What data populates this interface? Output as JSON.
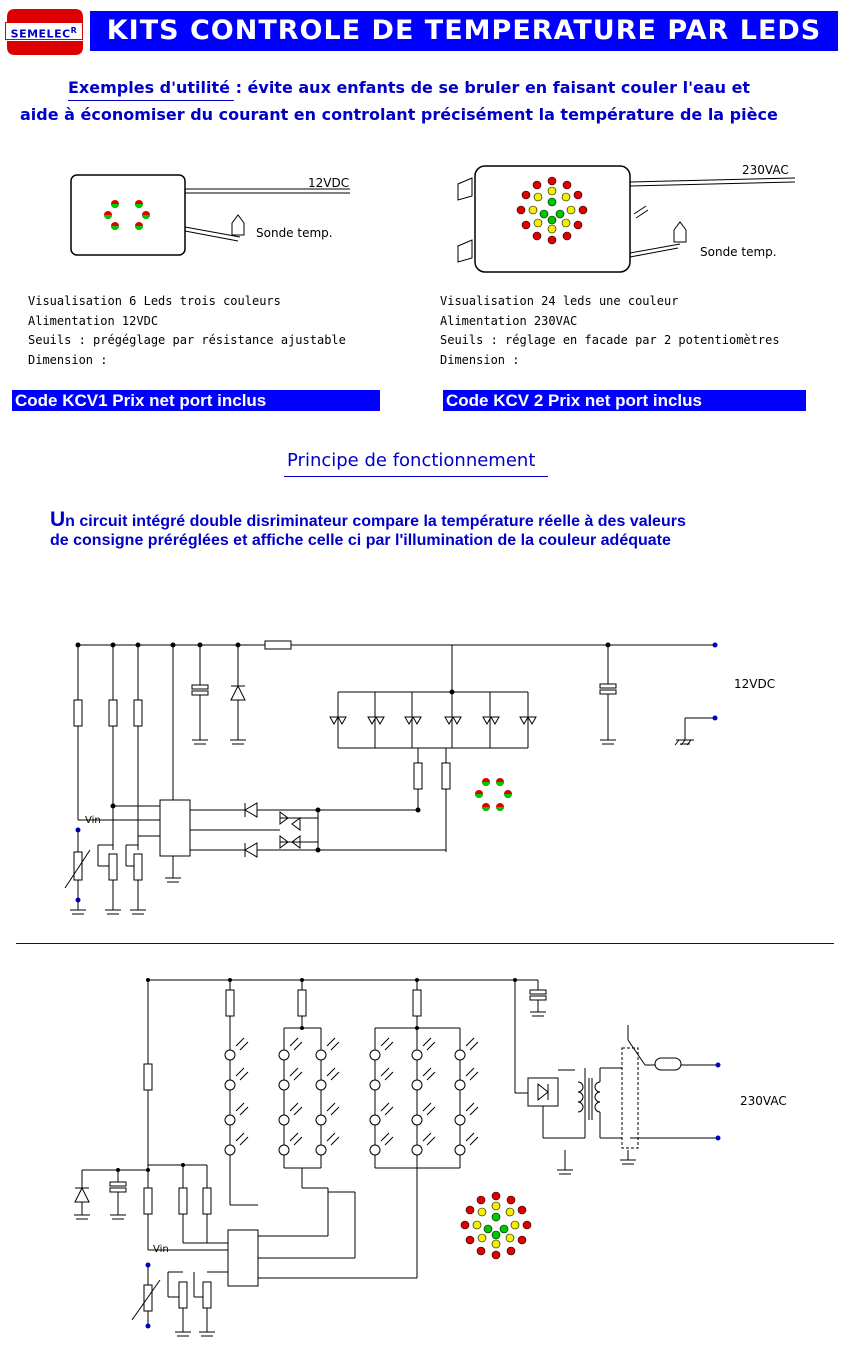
{
  "header": {
    "brand": "SEMELEC",
    "brand_mark": "R",
    "title": "KITS CONTROLE DE TEMPERATURE PAR LEDS"
  },
  "intro": {
    "lead": "Exemples d'utilité",
    "line1_rest": " : évite aux enfants de se bruler en faisant couler l'eau  et",
    "line2": "aide à économiser du courant en controlant précisément la température de la pièce"
  },
  "kit1": {
    "supply_label": "12VDC",
    "probe_label": "Sonde temp.",
    "specs": [
      "Visualisation  6 Leds trois couleurs",
      "Alimentation  12VDC",
      "Seuils : prégéglage par résistance ajustable",
      "Dimension :"
    ],
    "code_label": "Code  KCV1   Prix net port inclus"
  },
  "kit2": {
    "supply_label": "230VAC",
    "probe_label": "Sonde temp.",
    "specs": [
      "Visualisation  24 leds une couleur",
      "Alimentation 230VAC",
      "Seuils : réglage en facade par 2 potentiomètres",
      "Dimension :"
    ],
    "code_label": "Code  KCV 2  Prix net port inclus"
  },
  "principle": {
    "heading": "Principe de fonctionnement",
    "line1_first": "U",
    "line1_rest": "n circuit intégré double disriminateur compare la température réelle à des valeurs",
    "line2": "de consigne préréglées et affiche celle ci par l'illumination de la couleur adéquate"
  },
  "schematic1": {
    "supply_label": "12VDC",
    "input_label": "Vin"
  },
  "schematic2": {
    "supply_label": "230VAC",
    "input_label": "Vin"
  },
  "colors": {
    "title_bar": "#0000ff",
    "text_blue": "#0000c8",
    "logo_red": "#dd0000",
    "led_red": "#e00000",
    "led_green": "#00c800",
    "led_yellow": "#f0f000"
  }
}
